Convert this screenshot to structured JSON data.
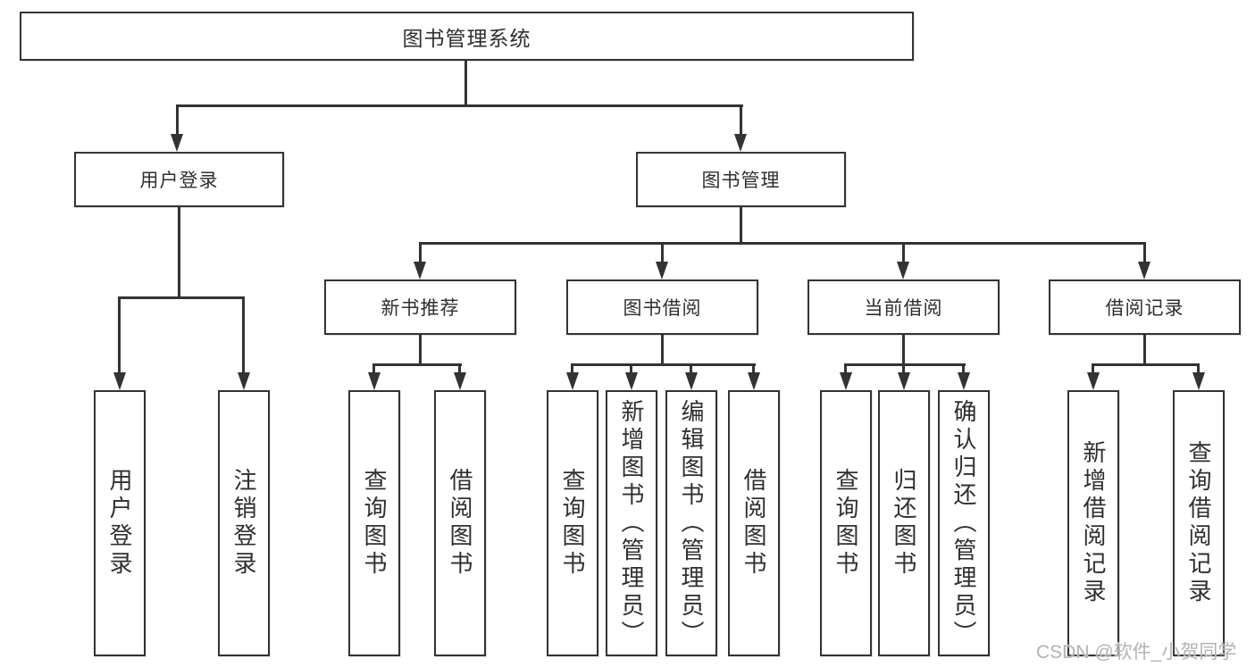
{
  "tree": {
    "root": {
      "label": "图书管理系统",
      "children": [
        {
          "label": "用户登录",
          "children": [
            {
              "label": "用户登录"
            },
            {
              "label": "注销登录"
            }
          ]
        },
        {
          "label": "图书管理",
          "children": [
            {
              "label": "新书推荐",
              "children": [
                {
                  "label": "查询图书"
                },
                {
                  "label": "借阅图书"
                }
              ]
            },
            {
              "label": "图书借阅",
              "children": [
                {
                  "label": "查询图书"
                },
                {
                  "label": "新增图书（管理员）"
                },
                {
                  "label": "编辑图书（管理员）"
                },
                {
                  "label": "借阅图书"
                }
              ]
            },
            {
              "label": "当前借阅",
              "children": [
                {
                  "label": "查询图书"
                },
                {
                  "label": "归还图书"
                },
                {
                  "label": "确认归还（管理员）"
                }
              ]
            },
            {
              "label": "借阅记录",
              "children": [
                {
                  "label": "新增借阅记录"
                },
                {
                  "label": "查询借阅记录"
                }
              ]
            }
          ]
        }
      ]
    }
  },
  "watermark": {
    "text": "CSDN @软件_小贺同学"
  },
  "colors": {
    "line": "#333333",
    "text": "#2f2f2f",
    "watermark": "#b3b3b3",
    "background": "#ffffff"
  }
}
